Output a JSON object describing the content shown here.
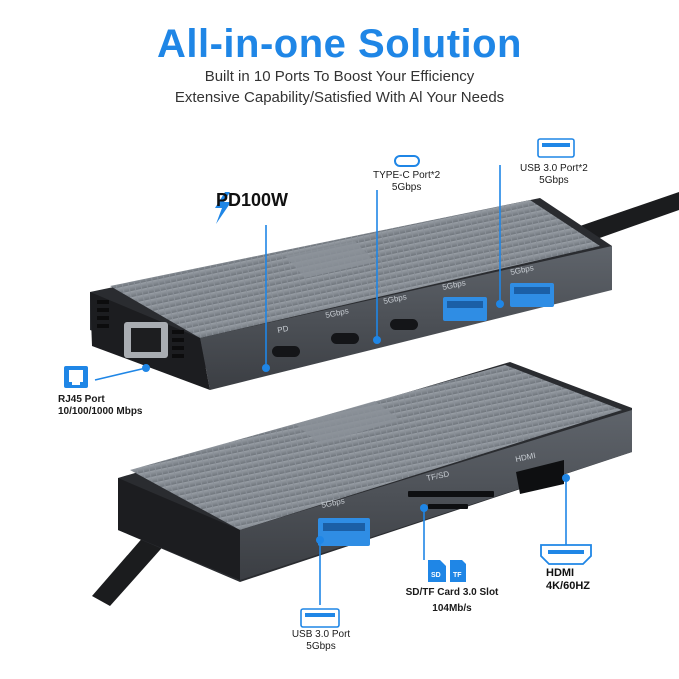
{
  "headline": {
    "title": "All-in-one Solution",
    "color": "#1f86e6"
  },
  "subtitle": {
    "line1": "Built in 10 Ports To Boost Your Efficiency",
    "line2": "Extensive Capability/Satisfied With Al Your Needs"
  },
  "callouts": {
    "pd": "PD100W",
    "typec": [
      "TYPE-C Port*2",
      "5Gbps"
    ],
    "usb_top": [
      "USB 3.0 Port*2",
      "5Gbps"
    ],
    "rj45": [
      "RJ45 Port",
      "10/100/1000 Mbps"
    ],
    "usb_bottom": [
      "USB 3.0 Port",
      "5Gbps"
    ],
    "sdtf": [
      "SD/TF Card 3.0 Slot",
      "104Mb/s"
    ],
    "hdmi": [
      "HDMI",
      "4K/60HZ"
    ]
  },
  "hub_labels": {
    "pd": "PD",
    "c1": "5Gbps",
    "c2": "5Gbps",
    "u1": "5Gbps",
    "u2": "5Gbps",
    "usb_bottom": "5Gbps",
    "tfsd": "TF/SD",
    "hdmi": "HDMI"
  },
  "icons": {
    "bolt": "lightning-bolt-icon",
    "sd_icon_text": "SD",
    "tf_icon_text": "TF"
  },
  "colors": {
    "accent": "#1f86e6",
    "hub_body": "#7c8188",
    "hub_dark": "#2a2c30",
    "port_blue": "#2f8de4"
  }
}
